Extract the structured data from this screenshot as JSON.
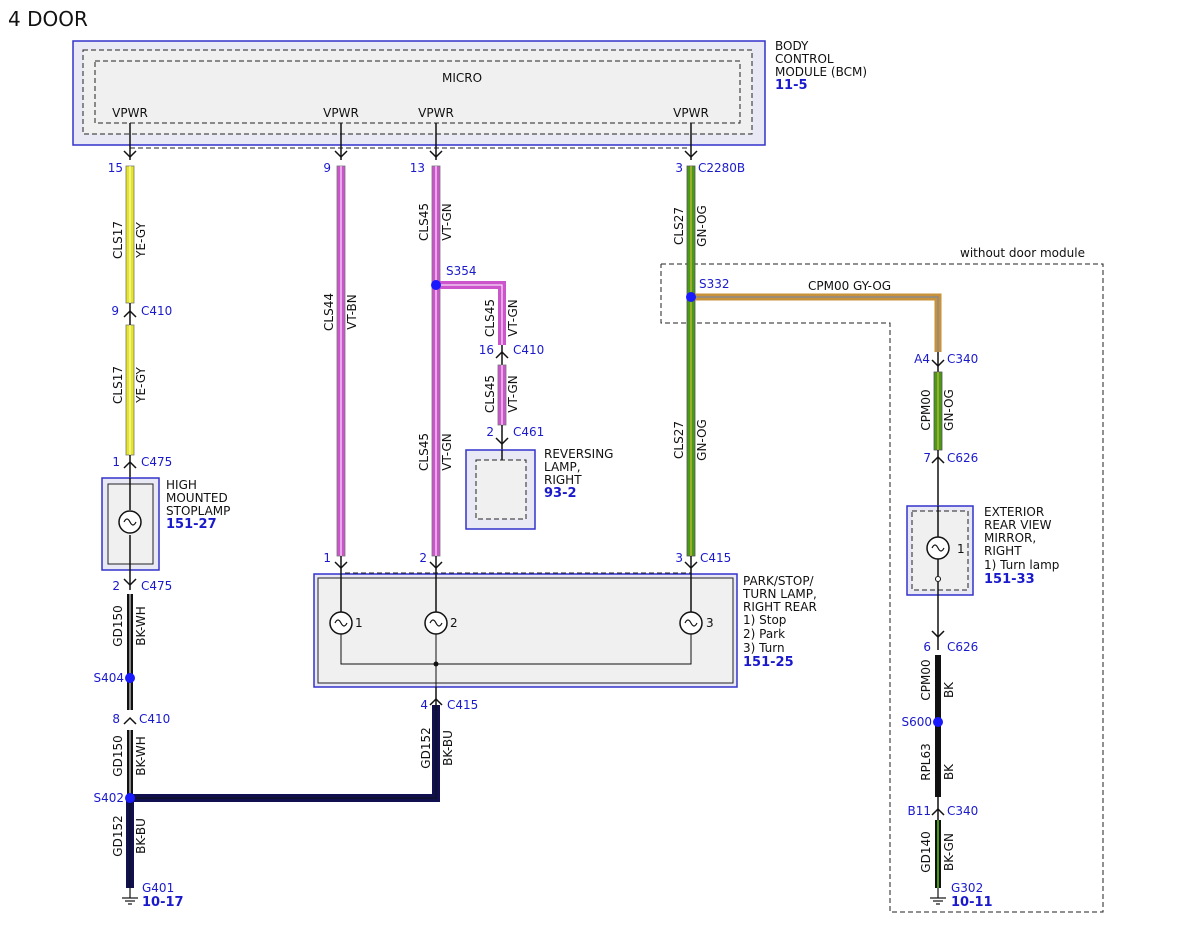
{
  "title": "4 DOOR",
  "bcm": {
    "label_lines": [
      "BODY",
      "CONTROL",
      "MODULE (BCM)"
    ],
    "ref": "11-5",
    "micro": "MICRO",
    "vpwr": "VPWR"
  },
  "pins": {
    "p15": "15",
    "c15": "",
    "p9": "9",
    "p13": "13",
    "p3": "3",
    "c3": "C2280B",
    "p9b": "9",
    "c410a": "C410",
    "p1": "1",
    "c475a": "C475",
    "p2": "2",
    "c475b": "C475",
    "s404": "S404",
    "p8": "8",
    "c410b": "C410",
    "s402": "S402",
    "g401": "G401",
    "g401ref": "10-17",
    "s354": "S354",
    "p16": "16",
    "c410c": "C410",
    "p2b": "2",
    "c461": "C461",
    "s332": "S332",
    "pA4": "A4",
    "c340a": "C340",
    "p7": "7",
    "c626a": "C626",
    "p6": "6",
    "c626b": "C626",
    "s600": "S600",
    "pB11": "B11",
    "c340b": "C340",
    "g302": "G302",
    "g302ref": "10-11",
    "pl1": "1",
    "pl2": "2",
    "pl3": "3",
    "c415a": "C415",
    "p4": "4",
    "c415b": "C415"
  },
  "wires": {
    "cls17": "CLS17",
    "yegy": "YE-GY",
    "cls44": "CLS44",
    "vtbn": "VT-BN",
    "cls45": "CLS45",
    "vtgn": "VT-GN",
    "cls27": "CLS27",
    "gnog": "GN-OG",
    "gd150": "GD150",
    "bkwh": "BK-WH",
    "gd152": "GD152",
    "bkbu": "BK-BU",
    "cpm00": "CPM00",
    "gyog": "CPM00  GY-OG",
    "bk": "BK",
    "rpl63": "RPL63",
    "gd140": "GD140",
    "bkgn": "BK-GN"
  },
  "components": {
    "hms": {
      "lines": [
        "HIGH",
        "MOUNTED",
        "STOPLAMP"
      ],
      "ref": "151-27"
    },
    "rev": {
      "lines": [
        "REVERSING",
        "LAMP,",
        "RIGHT"
      ],
      "ref": "93-2"
    },
    "pst": {
      "lines": [
        "PARK/STOP/",
        "TURN LAMP,",
        "RIGHT REAR",
        "1) Stop",
        "2) Park",
        "3) Turn"
      ],
      "ref": "151-25",
      "b1": "1",
      "b2": "2",
      "b3": "3"
    },
    "mir": {
      "lines": [
        "EXTERIOR",
        "REAR VIEW",
        "MIRROR,",
        "RIGHT",
        "1) Turn lamp"
      ],
      "ref": "151-33",
      "b1": "1"
    }
  },
  "region_label": "without door module",
  "colors": {
    "pin_blue": "#1a1acc",
    "module_border": "#3333cc",
    "yellow": "#e6e620",
    "violet": "#cc55cc",
    "green": "#4a9a1a",
    "orange_gray": "#c8923a",
    "navy": "#101050"
  }
}
